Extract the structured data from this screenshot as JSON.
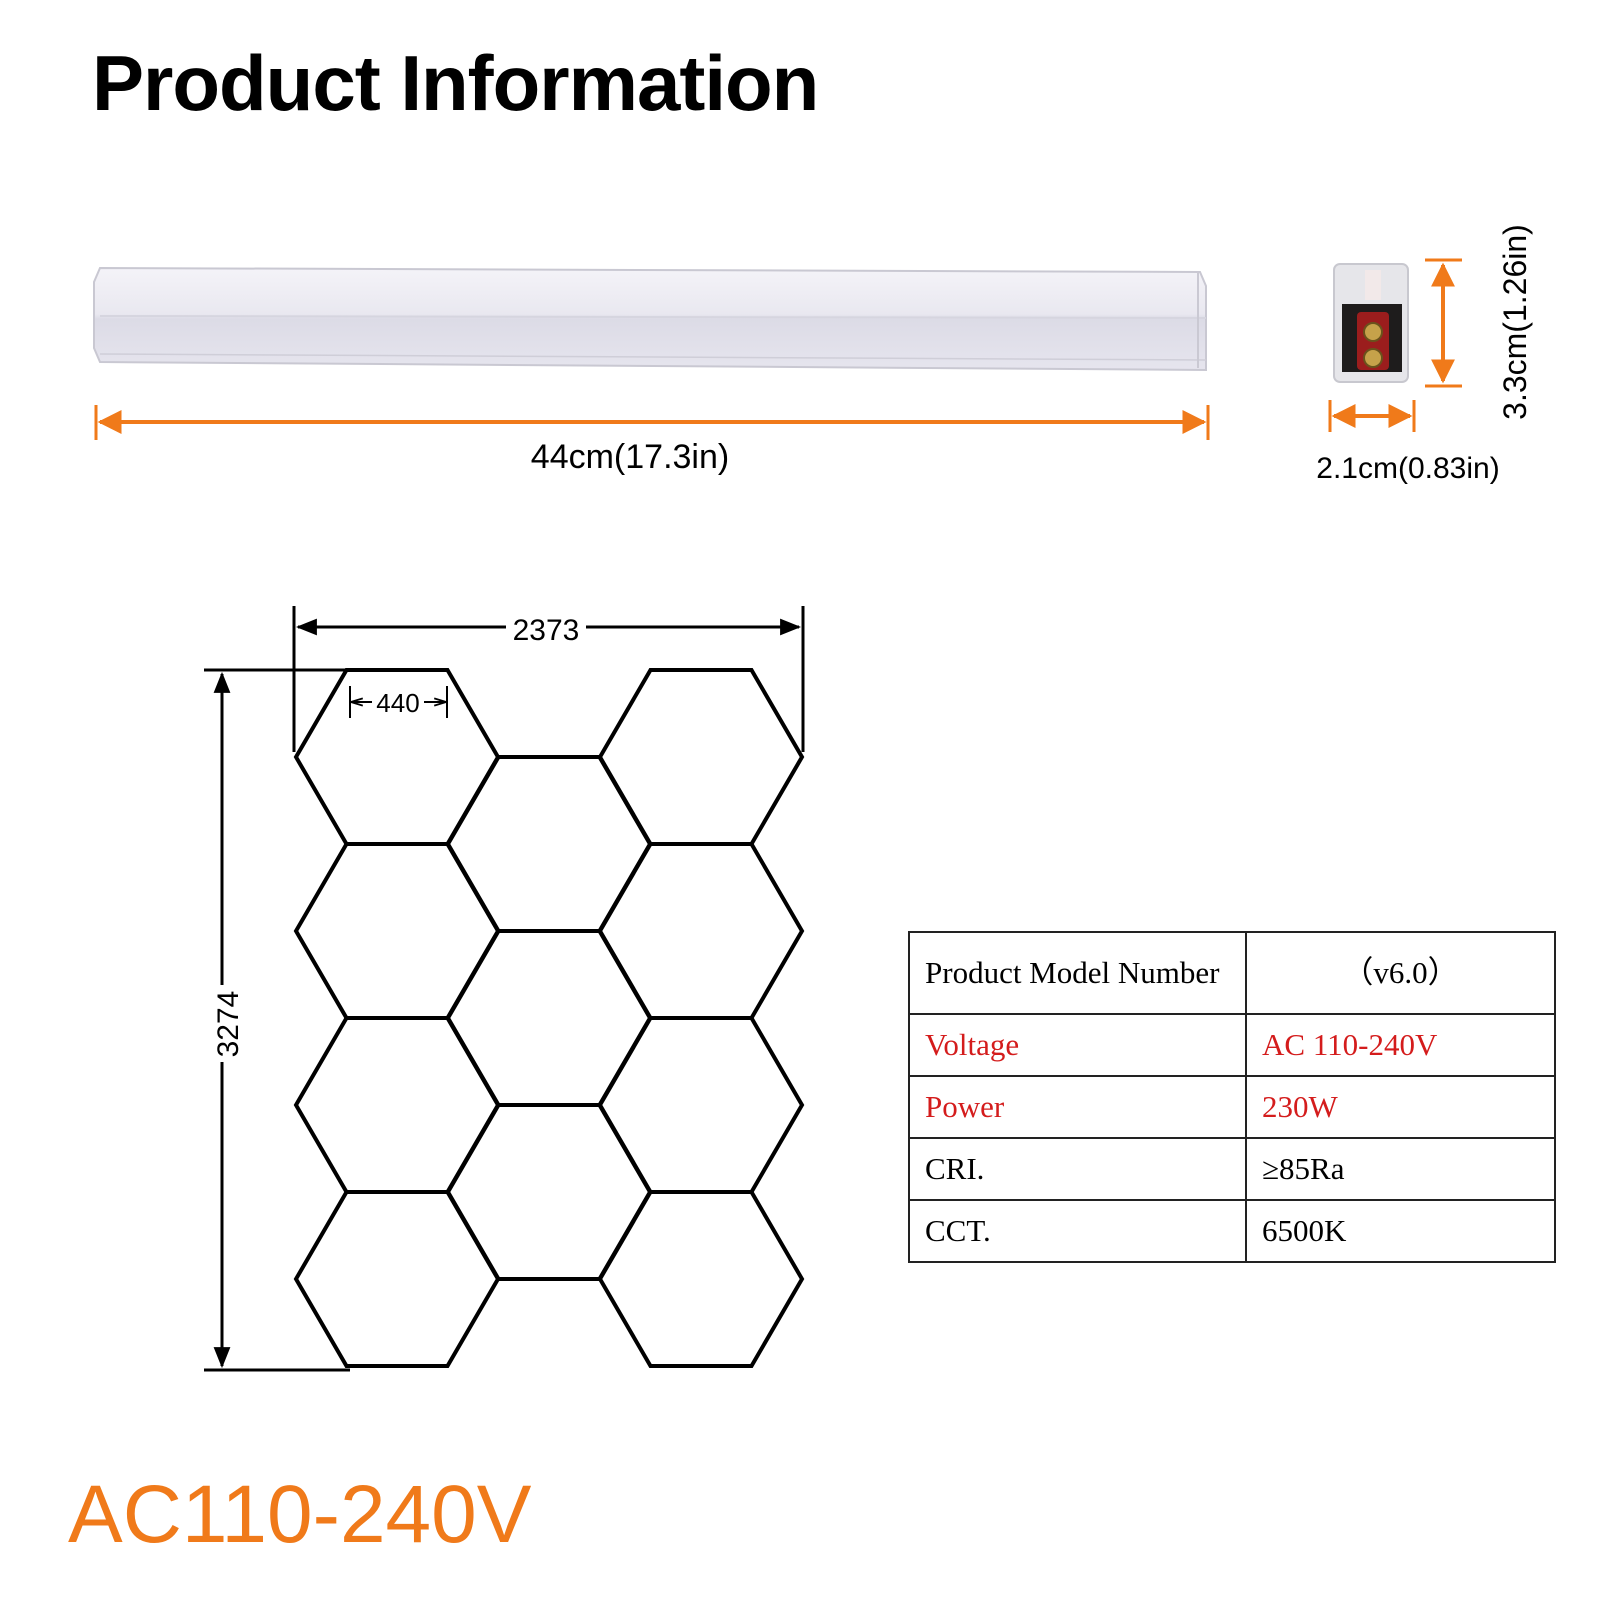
{
  "page": {
    "title": "Product Information",
    "footer": "AC110-240V",
    "accent_color": "#f07a1a",
    "warning_color": "#d41c1c"
  },
  "dimensions": {
    "length": "44cm(17.3in)",
    "width": "2.1cm(0.83in)",
    "height": "3.3cm(1.26in)"
  },
  "layout_drawing": {
    "overall_width": "2373",
    "overall_height": "3274",
    "tube_length": "440",
    "hexagon_count": 11
  },
  "spec_table": {
    "rows": [
      {
        "label": "Product Model Number",
        "value": "（v6.0）",
        "highlight": false
      },
      {
        "label": "Voltage",
        "value": "AC 110-240V",
        "highlight": true
      },
      {
        "label": "Power",
        "value": "230W",
        "highlight": true
      },
      {
        "label": "CRI.",
        "value": "≥85Ra",
        "highlight": false
      },
      {
        "label": "CCT.",
        "value": "6500K",
        "highlight": false
      }
    ]
  }
}
